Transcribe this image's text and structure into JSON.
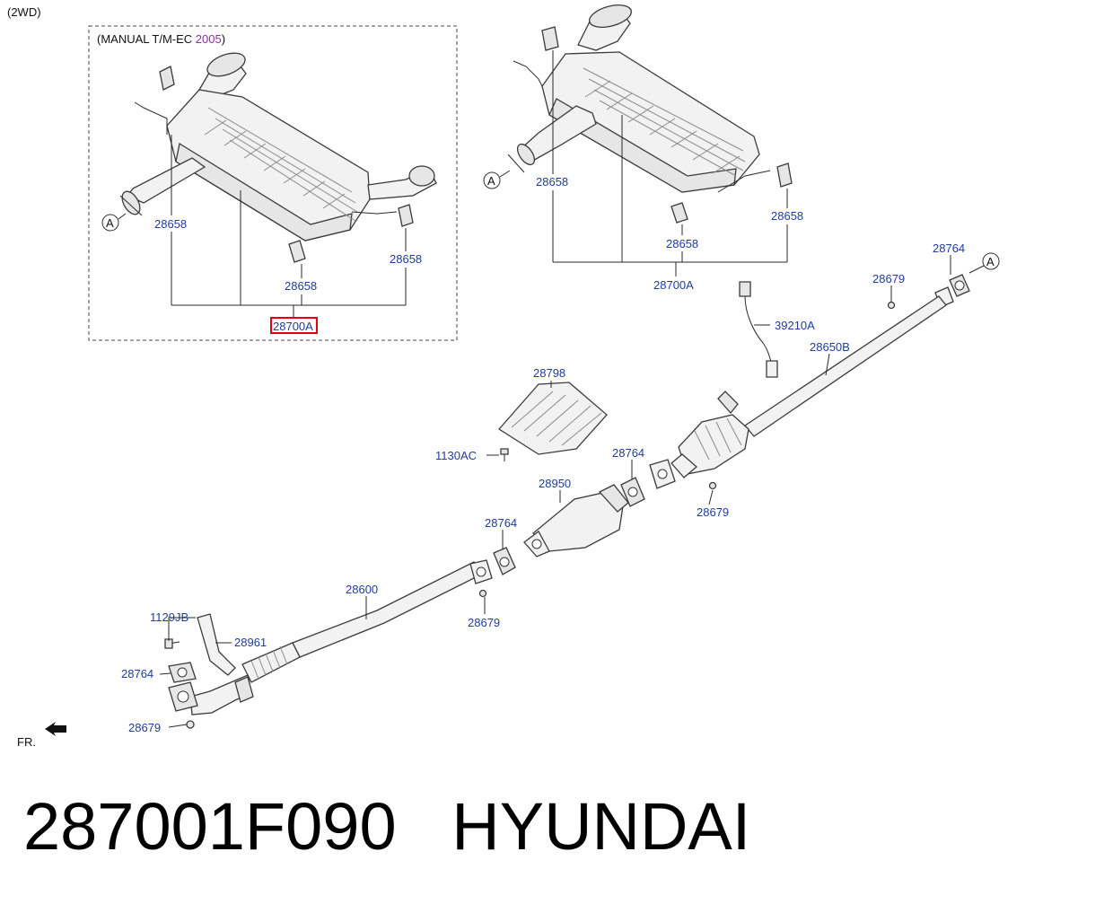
{
  "header": {
    "variant": "(2WD)"
  },
  "inset": {
    "title_prefix": "(MANUAL T/M-EC ",
    "title_year": "2005",
    "title_suffix": ")",
    "callout_circle": "A",
    "labels": {
      "hanger_left": "28658",
      "hanger_right": "28658",
      "hanger_bottom": "28658",
      "assembly": "28700A"
    },
    "highlight_color": "#e0001b"
  },
  "main_muffler": {
    "callout_circle": "A",
    "labels": {
      "hanger_left": "28658",
      "hanger_right": "28658",
      "hanger_center": "28658",
      "assembly": "28700A"
    }
  },
  "exhaust": {
    "callout_circle": "A",
    "labels": {
      "gasket_rear": "28764",
      "nut_rear": "28679",
      "sensor": "39210A",
      "center_pipe": "28650B",
      "heat_shield": "28798",
      "bolt_shield": "1130AC",
      "gasket_mid": "28764",
      "nut_mid": "28679",
      "catalytic_converter": "28950",
      "gasket_cat": "28764",
      "front_pipe": "28600",
      "nut_front_pipe": "28679",
      "bolt_bracket": "1129JB",
      "bracket": "28961",
      "gasket_manifold": "28764",
      "nut_manifold": "28679"
    }
  },
  "direction": {
    "label": "FR."
  },
  "caption": {
    "part_number": "287001F090",
    "brand": "HYUNDAI"
  },
  "colors": {
    "label_blue": "#1f3d99",
    "year_purple": "#8b2fa3"
  }
}
